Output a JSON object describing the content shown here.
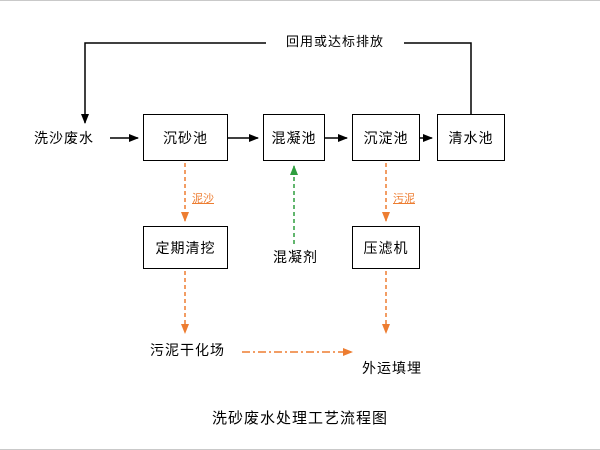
{
  "title": "洗砂废水处理工艺流程图",
  "flow": {
    "return_label": "回用或达标排放",
    "input_label": "洗沙废水",
    "tanks": [
      {
        "id": "grit-tank",
        "label": "沉砂池"
      },
      {
        "id": "coagulation-tank",
        "label": "混凝池"
      },
      {
        "id": "sedimentation-tank",
        "label": "沉淀池"
      },
      {
        "id": "clean-water-tank",
        "label": "清水池"
      }
    ],
    "process_boxes": [
      {
        "id": "periodic-dredging",
        "label": "定期清挖"
      },
      {
        "id": "filter-press",
        "label": "压滤机"
      }
    ],
    "stream_labels": {
      "silt": "泥沙",
      "sludge": "污泥",
      "coagulant": "混凝剂",
      "sludge_drying_field": "污泥干化场",
      "offsite_landfill": "外运填埋"
    }
  },
  "colors": {
    "line_black": "#000000",
    "dashed_orange": "#ED7D31",
    "dashed_green": "#2E9E3E"
  }
}
